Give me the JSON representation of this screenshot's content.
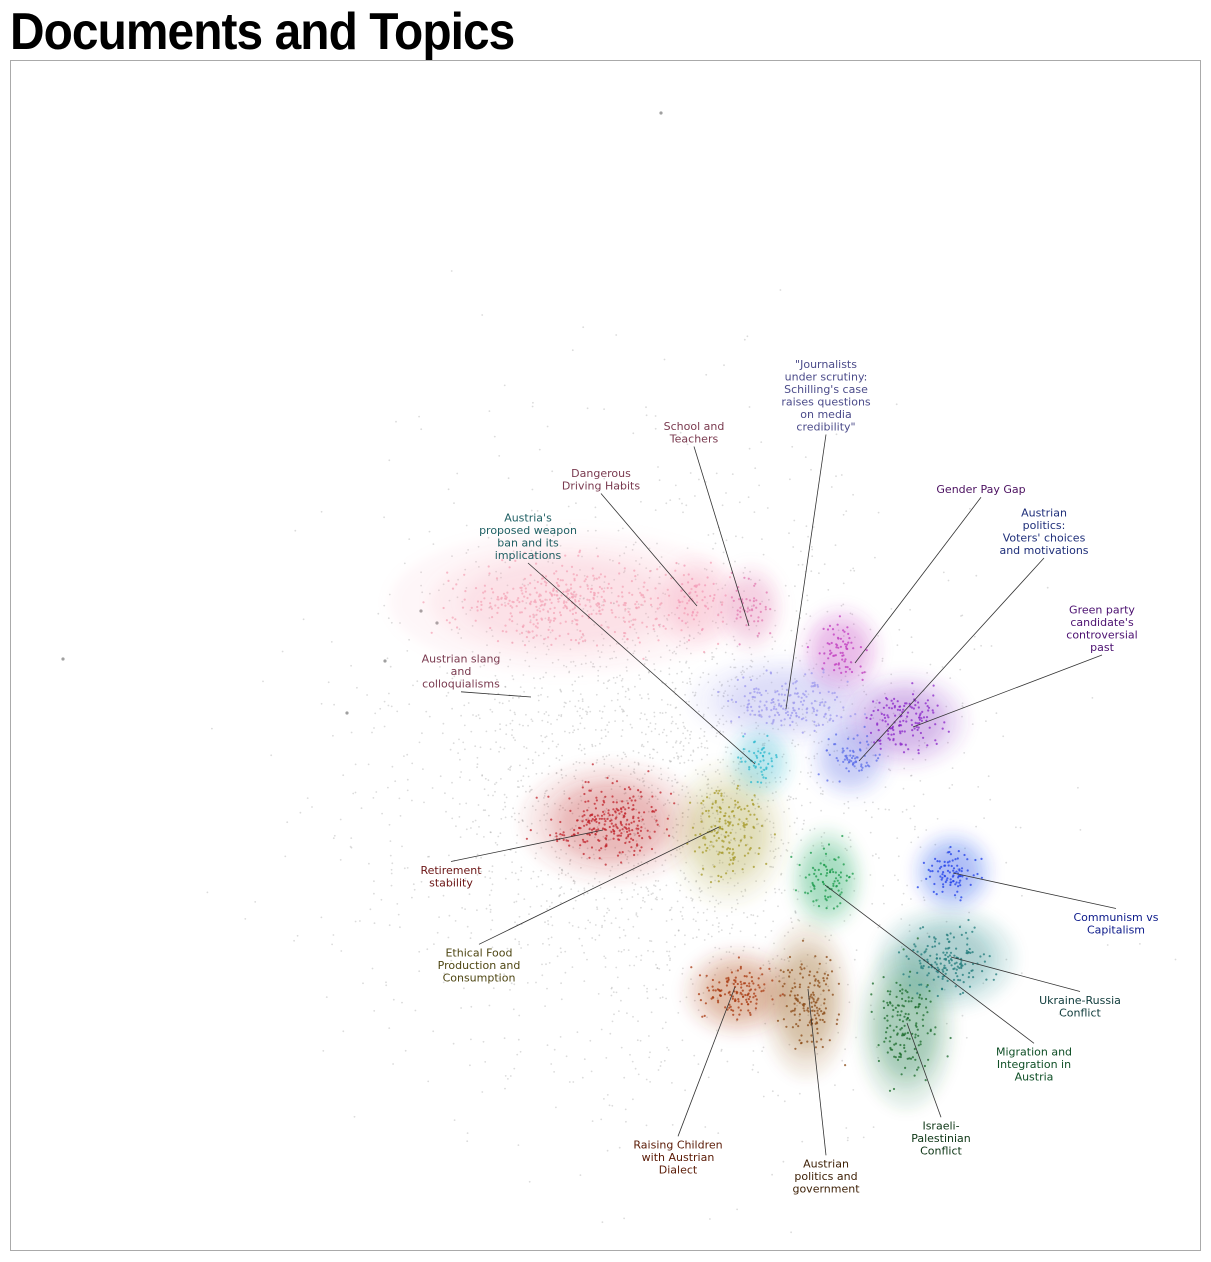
{
  "page": {
    "title": "Documents and Topics"
  },
  "chart_data": {
    "type": "scatter",
    "title": "Documents and Topics",
    "xlabel": "",
    "ylabel": "",
    "axes_visible": false,
    "background_point_color": "#999999",
    "clusters": [
      {
        "name": "Austrian slang and colloquialisms",
        "lines": [
          "Austrian slang",
          "and",
          "colloquialisms"
        ],
        "color": "#f4a6b8",
        "text_color": "#7a3a4f",
        "x": 0.468,
        "y": 0.455
      },
      {
        "name": "Dangerous Driving Habits",
        "lines": [
          "Dangerous",
          "Driving Habits"
        ],
        "color": "#f39bb7",
        "text_color": "#7a3a4f",
        "x": 0.577,
        "y": 0.455
      },
      {
        "name": "School and Teachers",
        "lines": [
          "School and",
          "Teachers"
        ],
        "color": "#e27ab0",
        "text_color": "#7a3a4f",
        "x": 0.622,
        "y": 0.46
      },
      {
        "name": "\"Journalists under scrutiny: Schilling's case raises questions on media credibility\"",
        "lines": [
          "\"Journalists",
          "under scrutiny:",
          "Schilling's case",
          "raises questions",
          "on media",
          "credibility\""
        ],
        "color": "#9e9aee",
        "text_color": "#4b4b8a",
        "x": 0.652,
        "y": 0.538
      },
      {
        "name": "Gender Pay Gap",
        "lines": [
          "Gender Pay Gap"
        ],
        "color": "#c03bbf",
        "text_color": "#4b1060",
        "x": 0.698,
        "y": 0.496
      },
      {
        "name": "Austrian politics: Voters' choices and motivations",
        "lines": [
          "Austrian",
          "politics:",
          "Voters' choices",
          "and motivations"
        ],
        "color": "#5c6ee8",
        "text_color": "#1f2f7a",
        "x": 0.706,
        "y": 0.586
      },
      {
        "name": "Green party candidate's controversial past",
        "lines": [
          "Green party",
          "candidate's",
          "controversial",
          "past"
        ],
        "color": "#8a26c8",
        "text_color": "#4b1070",
        "x": 0.752,
        "y": 0.555
      },
      {
        "name": "Austria's proposed weapon ban and its implications",
        "lines": [
          "Austria's",
          "proposed weapon",
          "ban and its",
          "implications"
        ],
        "color": "#29b8cd",
        "text_color": "#1f5f63",
        "x": 0.63,
        "y": 0.59
      },
      {
        "name": "Retirement stability",
        "lines": [
          "Retirement",
          "stability"
        ],
        "color": "#c0262e",
        "text_color": "#6b1515",
        "x": 0.505,
        "y": 0.64
      },
      {
        "name": "Ethical Food Production and Consumption",
        "lines": [
          "Ethical Food",
          "Production and",
          "Consumption"
        ],
        "color": "#a69a2a",
        "text_color": "#4f4714",
        "x": 0.603,
        "y": 0.65
      },
      {
        "name": "Communism vs Capitalism",
        "lines": [
          "Communism vs",
          "Capitalism"
        ],
        "color": "#1f3fe8",
        "text_color": "#0c1a8a",
        "x": 0.792,
        "y": 0.682
      },
      {
        "name": "Migration and Integration in Austria",
        "lines": [
          "Migration and",
          "Integration in",
          "Austria"
        ],
        "color": "#1a9a4a",
        "text_color": "#0f4f26",
        "x": 0.686,
        "y": 0.688
      },
      {
        "name": "Ukraine-Russia Conflict",
        "lines": [
          "Ukraine-Russia",
          "Conflict"
        ],
        "color": "#1f7a7a",
        "text_color": "#0f3b3b",
        "x": 0.787,
        "y": 0.755
      },
      {
        "name": "Raising Children with Austrian Dialect",
        "lines": [
          "Raising Children",
          "with Austrian",
          "Dialect"
        ],
        "color": "#a8380f",
        "text_color": "#5a1a05",
        "x": 0.612,
        "y": 0.783
      },
      {
        "name": "Austrian politics and government",
        "lines": [
          "Austrian",
          "politics and",
          "government"
        ],
        "color": "#8a4a16",
        "text_color": "#3f2208",
        "x": 0.669,
        "y": 0.79
      },
      {
        "name": "Israeli-Palestinian Conflict",
        "lines": [
          "Israeli-",
          "Palestinian",
          "Conflict"
        ],
        "color": "#1a6a2a",
        "text_color": "#0c3514",
        "x": 0.753,
        "y": 0.813
      }
    ]
  }
}
